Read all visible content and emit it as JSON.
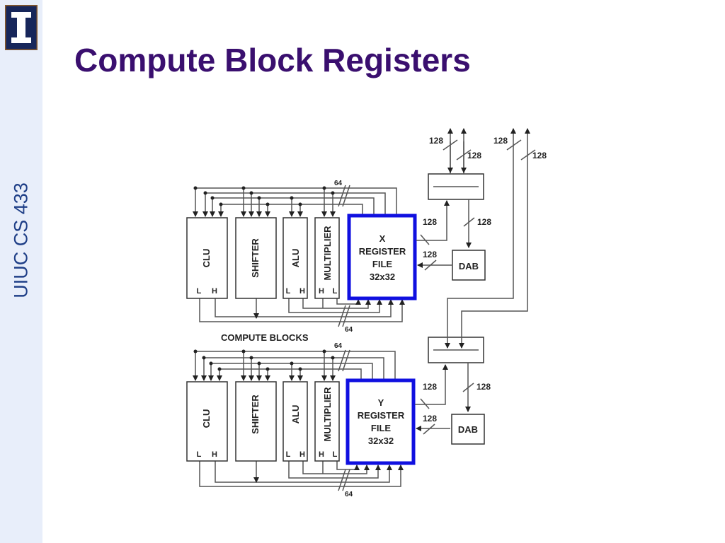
{
  "slide": {
    "title": "Compute Block Registers",
    "course": "UIUC CS 433"
  },
  "brand": {
    "title_color": "#3a0f6f",
    "sidebar_color": "#e8eefa",
    "course_color": "#1f3f87",
    "logo_color": "#17265a",
    "register_highlight": "#1010e0"
  },
  "diagram": {
    "section_label": "COMPUTE BLOCKS",
    "units": [
      {
        "name": "CLU",
        "ports": [
          "L",
          "H"
        ]
      },
      {
        "name": "SHIFTER",
        "ports": []
      },
      {
        "name": "ALU",
        "ports": [
          "L",
          "H"
        ]
      },
      {
        "name": "MULTIPLIER",
        "ports": [
          "H",
          "L"
        ]
      }
    ],
    "top_block": {
      "register": [
        "X",
        "REGISTER",
        "FILE",
        "32x32"
      ]
    },
    "bottom_block": {
      "register": [
        "Y",
        "REGISTER",
        "FILE",
        "32x32"
      ]
    },
    "dab_label": "DAB",
    "bus_widths": {
      "internal": "64",
      "external": "128"
    }
  }
}
